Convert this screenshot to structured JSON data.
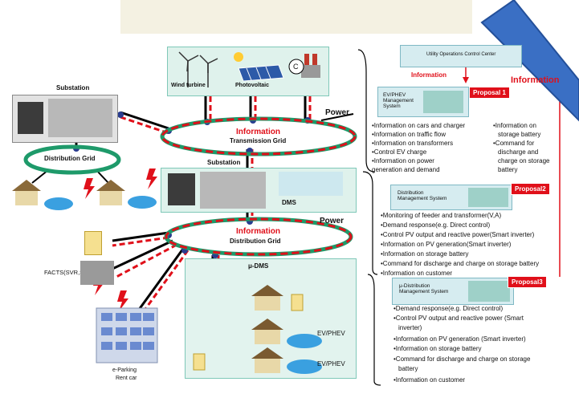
{
  "top": {
    "wind_label": "Wind turbine",
    "pv_label": "Photovoltaic",
    "coal_symbol": "C"
  },
  "grid": {
    "substation_left": "Substation",
    "substation_mid": "Substation",
    "transmission_info": "Information",
    "transmission_name": "Transmission Grid",
    "power_top": "Power",
    "distribution_left": "Distribution Grid",
    "distribution_info": "Information",
    "distribution_name": "Distribution Grid",
    "power_mid": "Power",
    "dms_label": "DMS",
    "facts_label": "FACTS(SVR,SVC etc)",
    "udms_label": "μ-DMS",
    "ev1_label": "EV/PHEV",
    "ev2_label": "EV/PHEV",
    "parking_line1": "e-Parking",
    "parking_line2": "Rent car"
  },
  "right": {
    "utility_box": "Utility Operations Control Center",
    "information_red": "Information",
    "information_big": "Information",
    "ev_mgmt_box": "EV/PHEV Management System",
    "proposal1": "Proposal 1",
    "list1_left": [
      "•Information on cars and charger",
      "•Information on traffic flow",
      "•Information on transformers",
      "•Control EV charge",
      "•Information on power",
      "generation and demand"
    ],
    "list1_right": [
      "•Information on",
      "storage battery",
      "•Command for",
      "discharge and",
      "charge on storage",
      "battery"
    ],
    "dist_mgmt_box": "Distribution Management System",
    "proposal2": "Proposal2",
    "list2": [
      "•Monitoring of feeder and transformer(V,A)",
      "•Demand response(e.g. Direct control)",
      "•Control PV output and reactive power(Smart inverter)",
      "•Information on PV generation(Smart inverter)",
      "•Information on storage battery",
      "•Command for discharge and charge on storage battery",
      "•Information on customer"
    ],
    "udms_box": "μ-Distribution Management System",
    "proposal3": "Proposal3",
    "list3": [
      "•Demand response(e.g. Direct control)",
      "•Control PV output and reactive power (Smart",
      "inverter)",
      "•Information on PV generation (Smart inverter)",
      "•Information on storage battery",
      "•Command for discharge and charge on storage",
      "battery",
      "•Information on customer"
    ]
  },
  "colors": {
    "info_red": "#e0101a",
    "grid_green": "#1e9a6a",
    "banner_blue": "#3a6fc4"
  }
}
